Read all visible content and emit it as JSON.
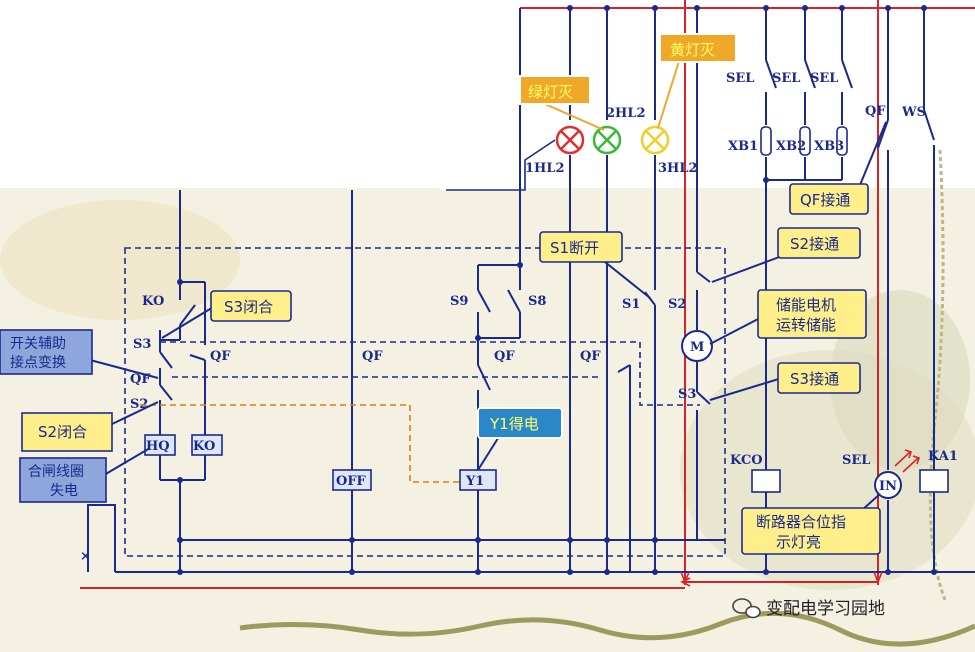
{
  "labels": {
    "ko_left": "KO",
    "s3_left": "S3",
    "qf_left": "QF",
    "s2_left": "S2",
    "qf_hq": "QF",
    "hq": "HQ",
    "ko_box": "KO",
    "qf_off": "QF",
    "off": "OFF",
    "s9": "S9",
    "s8": "S8",
    "qf_y1": "QF",
    "y1": "Y1",
    "qf_mid": "QF",
    "s1": "S1",
    "s2_right": "S2",
    "s3_right": "S3",
    "motor": "M",
    "hl1": "1HL2",
    "hl2": "2HL2",
    "hl3": "3HL2",
    "sel1": "SEL",
    "sel2": "SEL",
    "sel3": "SEL",
    "xb1": "XB1",
    "xb2": "XB2",
    "xb3": "XB3",
    "qf_top": "QF",
    "ws": "WS",
    "kco": "KCO",
    "sel_in": "SEL",
    "in": "IN",
    "ka1": "KA1"
  },
  "callouts": {
    "green_off": "绿灯灭",
    "yellow_off": "黄灯灭",
    "s3_close": "S3闭合",
    "aux_line1": "开关辅助",
    "aux_line2": "接点变换",
    "s2_close": "S2闭合",
    "coil_line1": "合闸线圈",
    "coil_line2": "失电",
    "s1_open": "S1断开",
    "y1_energized": "Y1得电",
    "qf_on": "QF接通",
    "s2_on": "S2接通",
    "motor_line1": "储能电机",
    "motor_line2": "运转储能",
    "s3_on": "S3接通",
    "indicator_line1": "断路器合位指",
    "indicator_line2": "示灯亮"
  },
  "watermark": "变配电学习园地",
  "colors": {
    "wire": "#1a2a8c",
    "red_bus": "#d4242a",
    "callout_yellow": "#ffef8a",
    "callout_blue": "#8fa6dc",
    "callout_orange": "#f0a828",
    "lamp_red": "#e03030",
    "lamp_green": "#3ab83a",
    "lamp_yellow": "#f0d028"
  }
}
